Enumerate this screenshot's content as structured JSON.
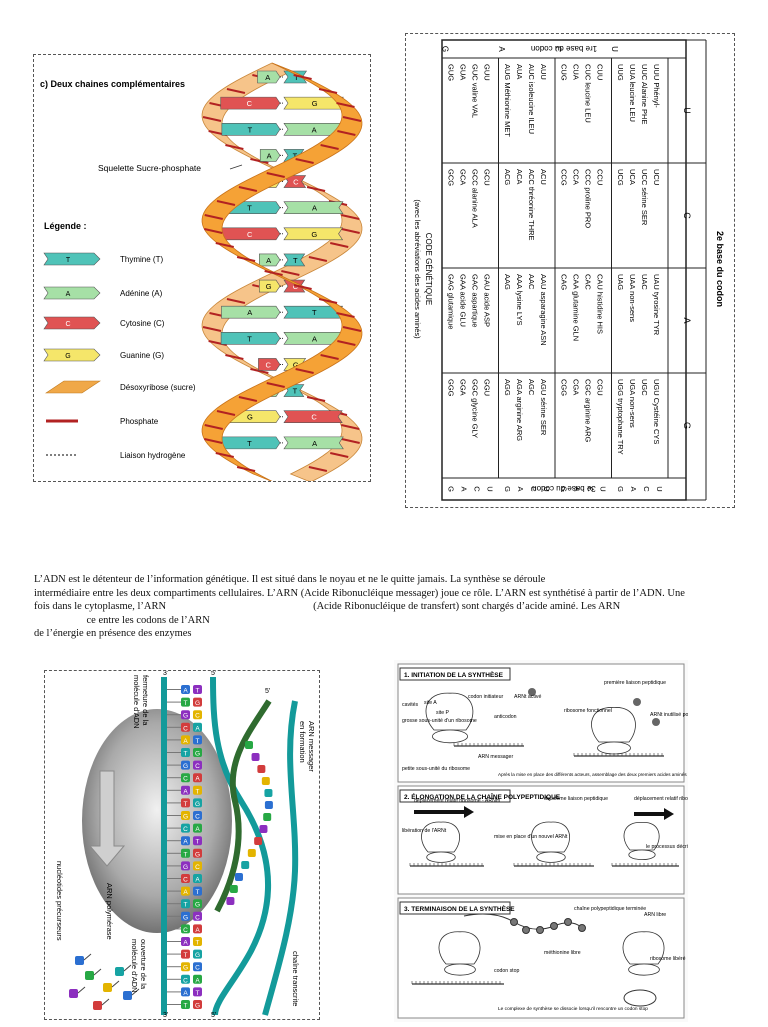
{
  "dna_panel": {
    "title": "c) Deux chaines complémentaires",
    "backbone_label": "Squelette Sucre-phosphate",
    "legend_title": "Légende :",
    "legend": [
      {
        "letter": "T",
        "label": "Thymine (T)",
        "color": "#4fc3b8"
      },
      {
        "letter": "A",
        "label": "Adénine (A)",
        "color": "#a6e0a6"
      },
      {
        "letter": "C",
        "label": "Cytosine (C)",
        "color": "#e05353"
      },
      {
        "letter": "G",
        "label": "Guanine (G)",
        "color": "#f5e66a"
      },
      {
        "letter": "",
        "label": "Désoxyribose (sucre)",
        "color": "#f0a848"
      },
      {
        "letter": "",
        "label": "Phosphate",
        "color": "#b22222"
      },
      {
        "letter": "",
        "label": "Liaison hydrogène",
        "color": "#333"
      }
    ],
    "pairs": [
      {
        "left": "A",
        "right": "T"
      },
      {
        "left": "C",
        "right": "G"
      },
      {
        "left": "T",
        "right": "A"
      },
      {
        "left": "A",
        "right": "T"
      },
      {
        "left": "G",
        "right": "C"
      },
      {
        "left": "T",
        "right": "A"
      },
      {
        "left": "C",
        "right": "G"
      },
      {
        "left": "A",
        "right": "T"
      },
      {
        "left": "G",
        "right": "C"
      },
      {
        "left": "A",
        "right": "T"
      },
      {
        "left": "T",
        "right": "A"
      },
      {
        "left": "C",
        "right": "G"
      },
      {
        "left": "A",
        "right": "T"
      },
      {
        "left": "G",
        "right": "C"
      },
      {
        "left": "T",
        "right": "A"
      }
    ]
  },
  "code_table": {
    "title": "CODE GÉNÉTIQUE",
    "subtitle": "(avec les abréviations des acides aminés)",
    "first_base_label": "1re base du codon",
    "second_base_label": "2e base du codon",
    "third_base_label": "3e base du codon",
    "second_bases": [
      "U",
      "C",
      "A",
      "G"
    ],
    "first_bases": [
      "U",
      "C",
      "A",
      "G"
    ],
    "third_bases": [
      "U",
      "C",
      "A",
      "G"
    ],
    "cells": [
      [
        "UUU Phényl-\nUUC Alanine PHE\nUUA leucine LEU\nUUG",
        "UCU\nUCC sérine SER\nUCA\nUCG",
        "UAU tyrosine TYR\nUAC\nUAA non-sens\nUAG",
        "UGU Cystéine CYS\nUGC\nUGA non-sens\nUGG tryptophane TRY"
      ],
      [
        "CUU\nCUC leucine LEU\nCUA\nCUG",
        "CCU\nCCC proline PRO\nCCA\nCCG",
        "CAU histidine HIS\nCAC\nCAA glutamine GLN\nCAG",
        "CGU\nCGC arginine ARG\nCGA\nCGG"
      ],
      [
        "AUU\nAUC isoleucine ILEU\nAUA\nAUG Méthionine MET",
        "ACU\nACC thréonine THRE\nACA\nACG",
        "AAU asparagine ASN\nAAC\nAAA lysine LYS\nAAG",
        "AGU sérine SER\nAGC\nAGA arginine ARG\nAGG"
      ],
      [
        "GUU\nGUC valine VAL\nGUA\nGUG",
        "GCU\nGCC alanine ALA\nGCA\nGCG",
        "GAU acide ASP\nGAC aspartique\nGAA acide GLU\nGAG glutamique",
        "GGU\nGGC glycine GLY\nGGA\nGGG"
      ]
    ]
  },
  "paragraph": {
    "line1": "L’ADN est le détenteur de l’information génétique. Il est situé dans le noyau et ne le quitte jamais. La synthèse se déroule",
    "line2": "intermédiaire entre les deux compartiments cellulaires. L’ARN    (Acide Ribonucléique messager) joue ce rôle. L’ARN   est synthétisé à partir de l’ADN. Une",
    "line3": "fois dans le cytoplasme, l’ARN                                                        (Acide Ribonucléique de transfert) sont chargés d’acide aminé. Les ARN",
    "line4": "                    ce entre les codons de l’ARN",
    "line5": "de l’énergie en présence des enzymes"
  },
  "transcription_panel": {
    "label_closing": "fermeture de la\nmolécule d'ADN",
    "label_mrna": "ARN messager\nen formation",
    "label_polymerase": "ARN polymérase",
    "label_nucleotides": "nucléotides précurseurs",
    "label_opening": "ouverture de la\nmolécule d'ADN",
    "label_transcribed": "chaîne transcrite",
    "five_prime": "5'",
    "three_prime": "3'"
  },
  "translation_panel": {
    "s1_title": "1. INITIATION DE LA SYNTHÈSE",
    "s1_labels": [
      "cavités",
      "site A",
      "site P",
      "codon initiateur",
      "ARNt activé",
      "anticodon",
      "grosse sous-unité d'un ribosome",
      "ARN messager",
      "petite sous-unité du ribosome",
      "première liaison peptidique",
      "ribosome fonctionnel",
      "ARNt inutilisé pour l'instant",
      "Après la mise en place des différents acteurs, assemblage des deux premiers acides aminés"
    ],
    "s2_title": "2. ÉLONGATION DE LA CHAÎNE POLYPEPTIDIQUE",
    "s2_labels": [
      "déplacement relatif ribosome - ARNm",
      "deuxième liaison peptidique",
      "déplacement relatif ribosome - ARNt",
      "libération de l'ARNt",
      "mise en place d'un nouvel ARNt",
      "le processus décrit ici se répète n fois"
    ],
    "s3_title": "3. TERMINAISON DE LA SYNTHÈSE",
    "s3_labels": [
      "chaîne polypeptidique terminée",
      "ARN libre",
      "méthionine libre",
      "codon stop",
      "ribosome libéré",
      "Le complexe de synthèse se dissocie lorsqu'il rencontre un codon stop"
    ]
  }
}
